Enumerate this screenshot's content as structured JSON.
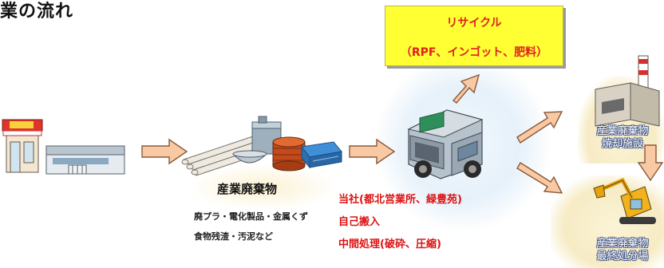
{
  "title": "業の流れ",
  "recycle": {
    "line1": "リサイクル",
    "line2": "（RPF、インゴット、肥料）"
  },
  "waste": {
    "label": "産業廃棄物",
    "examples1": "廃プラ・電化製品・金属くず",
    "examples2": "食物残渣・汚泥など"
  },
  "company": {
    "name": "当社(都北営業所、緑豊苑)",
    "self_transport": "自己搬入",
    "processing": "中間処理(破砕、圧縮)"
  },
  "incineration": {
    "line1": "産業廃棄物",
    "line2": "焼却施設"
  },
  "landfill": {
    "line1": "産業廃棄物",
    "line2": "最終処分場"
  },
  "colors": {
    "arrow_fill": "#f8c9a3",
    "arrow_stroke": "#8a5a3b",
    "highlight_text": "#dd1111",
    "recycle_box": "#ffff33"
  }
}
